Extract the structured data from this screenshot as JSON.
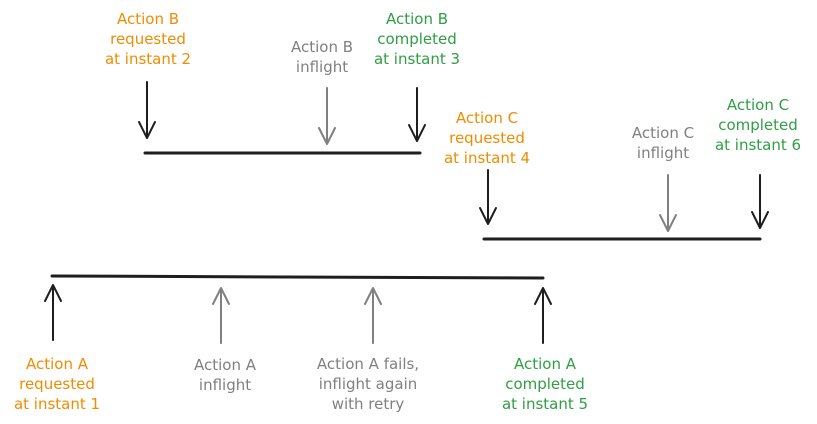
{
  "colors": {
    "requested": "#f08c00",
    "completed": "#2f9e44",
    "inflight": "#808080",
    "line": "#1e1e1e"
  },
  "action_b": {
    "requested": [
      "Action B",
      "requested",
      "at instant 2"
    ],
    "inflight": [
      "Action B",
      "inflight"
    ],
    "completed": [
      "Action B",
      "completed",
      "at instant 3"
    ]
  },
  "action_c": {
    "requested": [
      "Action C",
      "requested",
      "at instant 4"
    ],
    "inflight": [
      "Action C",
      "inflight"
    ],
    "completed": [
      "Action C",
      "completed",
      "at instant 6"
    ]
  },
  "action_a": {
    "requested": [
      "Action A",
      "requested",
      "at instant 1"
    ],
    "inflight": [
      "Action A",
      "inflight"
    ],
    "retry": [
      "Action A fails,",
      "inflight again",
      "with retry"
    ],
    "completed": [
      "Action A",
      "completed",
      "at instant 5"
    ]
  }
}
